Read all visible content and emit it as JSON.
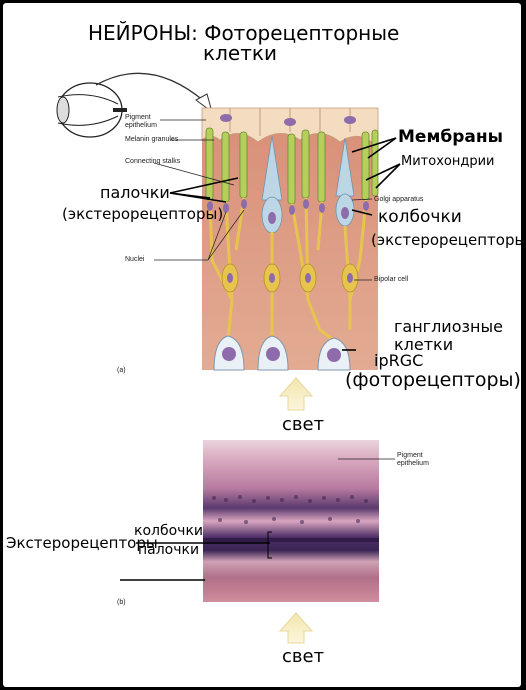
{
  "title": {
    "line1": "НЕЙРОНЫ:  Фоторецепторные",
    "line2": "клетки"
  },
  "panel_a": {
    "small_labels": {
      "pigment_epithelium_l1": "Pigment",
      "pigment_epithelium_l2": "epithelium",
      "melanin_granules": "Melanin granules",
      "connecting_stalks": "Connecting stalks",
      "nuclei": "Nuclei",
      "golgi_apparatus": "Golgi apparatus",
      "bipolar_cell": "Bipolar cell",
      "panel_letter": "(a)"
    },
    "labels": {
      "rods": "палочки",
      "rods_sub": "(экстерорецепторы)",
      "membranes": "Мембраны",
      "mitochondria": "Митохондрии",
      "cones": "колбочки",
      "cones_sub": "(экстерорецепторы)",
      "ganglion_l1": "ганглиозные",
      "ganglion_l2": "клетки",
      "iprgc": "ipRGC",
      "photoreceptors": "(фоторецепторы)"
    },
    "light_label": "свет"
  },
  "panel_b": {
    "small_labels": {
      "pigment_epithelium_l1": "Pigment",
      "pigment_epithelium_l2": "epithelium",
      "panel_letter": "(b)"
    },
    "labels": {
      "exteroreceptors": "Экстерорецепторы",
      "cones": "колбочки",
      "rods": "палочки"
    },
    "light_label": "свет"
  },
  "colors": {
    "tissue_pink": "#d9957c",
    "epithelium": "#f3dcc0",
    "rod_green": "#b4cf5b",
    "cone_blue": "#bcd6e6",
    "neuron_yellow": "#e7c44e",
    "nucleus_purple": "#8e6cab",
    "arrow_yellow": "#efe2a2"
  }
}
